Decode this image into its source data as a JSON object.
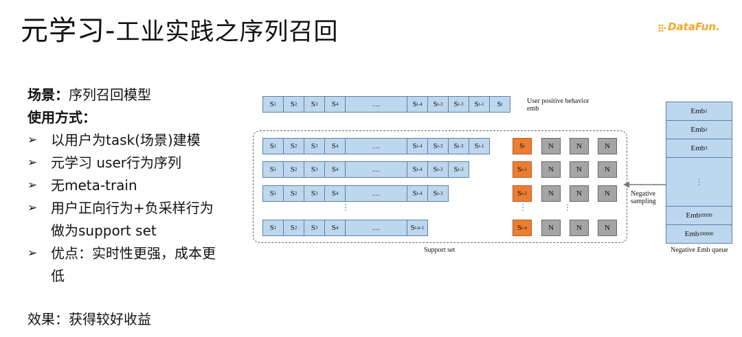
{
  "slide": {
    "title_main": "元学习-",
    "title_sub": "工业实践之序列召回",
    "logo_text": "DataFun."
  },
  "left_panel": {
    "scene_label": "场景：",
    "scene_value": "序列召回模型",
    "usage_label": "使用方式：",
    "bullet_arrow": "➢",
    "bullets": [
      {
        "lines": [
          "以用户为task(场景)建模"
        ]
      },
      {
        "lines": [
          "元学习 user行为序列"
        ]
      },
      {
        "lines": [
          "无meta-train"
        ]
      },
      {
        "lines": [
          "用户正向行为+负采样行为",
          "做为support set"
        ]
      },
      {
        "lines": [
          "优点：实时性更强，成本更",
          "低"
        ]
      }
    ],
    "effect": "效果：获得较好收益"
  },
  "diagram": {
    "user_positive_label": "User positive behavior emb",
    "ellipsis": "…",
    "vertical_ellipsis": "⋮",
    "top_sequence": [
      {
        "b": "S",
        "s": "1"
      },
      {
        "b": "S",
        "s": "2"
      },
      {
        "b": "S",
        "s": "3"
      },
      {
        "b": "S",
        "s": "4"
      },
      {
        "b": "…",
        "s": ""
      },
      {
        "b": "S",
        "s": "t-4"
      },
      {
        "b": "S",
        "s": "t-3"
      },
      {
        "b": "S",
        "s": "t-3"
      },
      {
        "b": "S",
        "s": "t-1"
      },
      {
        "b": "S",
        "s": "t"
      }
    ],
    "support_rows": [
      {
        "sequence": [
          {
            "b": "S",
            "s": "1"
          },
          {
            "b": "S",
            "s": "2"
          },
          {
            "b": "S",
            "s": "3"
          },
          {
            "b": "S",
            "s": "4"
          },
          {
            "b": "…",
            "s": ""
          },
          {
            "b": "S",
            "s": "t-4"
          },
          {
            "b": "S",
            "s": "t-3"
          },
          {
            "b": "S",
            "s": "t-3"
          },
          {
            "b": "S",
            "s": "t-1"
          }
        ],
        "positive": {
          "b": "S",
          "s": "t"
        },
        "negatives": [
          "N",
          "N",
          "N"
        ]
      },
      {
        "sequence": [
          {
            "b": "S",
            "s": "1"
          },
          {
            "b": "S",
            "s": "2"
          },
          {
            "b": "S",
            "s": "3"
          },
          {
            "b": "S",
            "s": "4"
          },
          {
            "b": "…",
            "s": ""
          },
          {
            "b": "S",
            "s": "t-4"
          },
          {
            "b": "S",
            "s": "t-3"
          },
          {
            "b": "S",
            "s": "t-3"
          }
        ],
        "positive": {
          "b": "S",
          "s": "t-1"
        },
        "negatives": [
          "N",
          "N",
          "N"
        ]
      },
      {
        "sequence": [
          {
            "b": "S",
            "s": "1"
          },
          {
            "b": "S",
            "s": "2"
          },
          {
            "b": "S",
            "s": "3"
          },
          {
            "b": "S",
            "s": "4"
          },
          {
            "b": "…",
            "s": ""
          },
          {
            "b": "S",
            "s": "t-4"
          },
          {
            "b": "S",
            "s": "t-3"
          }
        ],
        "positive": {
          "b": "S",
          "s": "t-2"
        },
        "negatives": [
          "N",
          "N",
          "N"
        ]
      },
      {
        "sequence": [
          {
            "b": "S",
            "s": "1"
          },
          {
            "b": "S",
            "s": "2"
          },
          {
            "b": "S",
            "s": "3"
          },
          {
            "b": "S",
            "s": "4"
          },
          {
            "b": "…",
            "s": ""
          },
          {
            "b": "S",
            "s": "t-n-1"
          }
        ],
        "positive": {
          "b": "S",
          "s": "t-n"
        },
        "negatives": [
          "N",
          "N",
          "N"
        ]
      }
    ],
    "support_set_label": "Support set",
    "negative_sampling_label": "Negative sampling",
    "queue_label": "Negative  Emb queue",
    "queue_cells": [
      {
        "b": "Emb",
        "s": "1"
      },
      {
        "b": "Emb",
        "s": "2"
      },
      {
        "b": "Emb",
        "s": "3"
      },
      {
        "b": "⋮",
        "s": ""
      },
      {
        "b": "Emb",
        "s": "99999"
      },
      {
        "b": "Emb",
        "s": "100000"
      }
    ],
    "colors": {
      "sequence_cell": "#bdd7ee",
      "positive_cell": "#ed7d31",
      "negative_cell": "#a5a5a5",
      "logo": "#f5a623"
    }
  }
}
